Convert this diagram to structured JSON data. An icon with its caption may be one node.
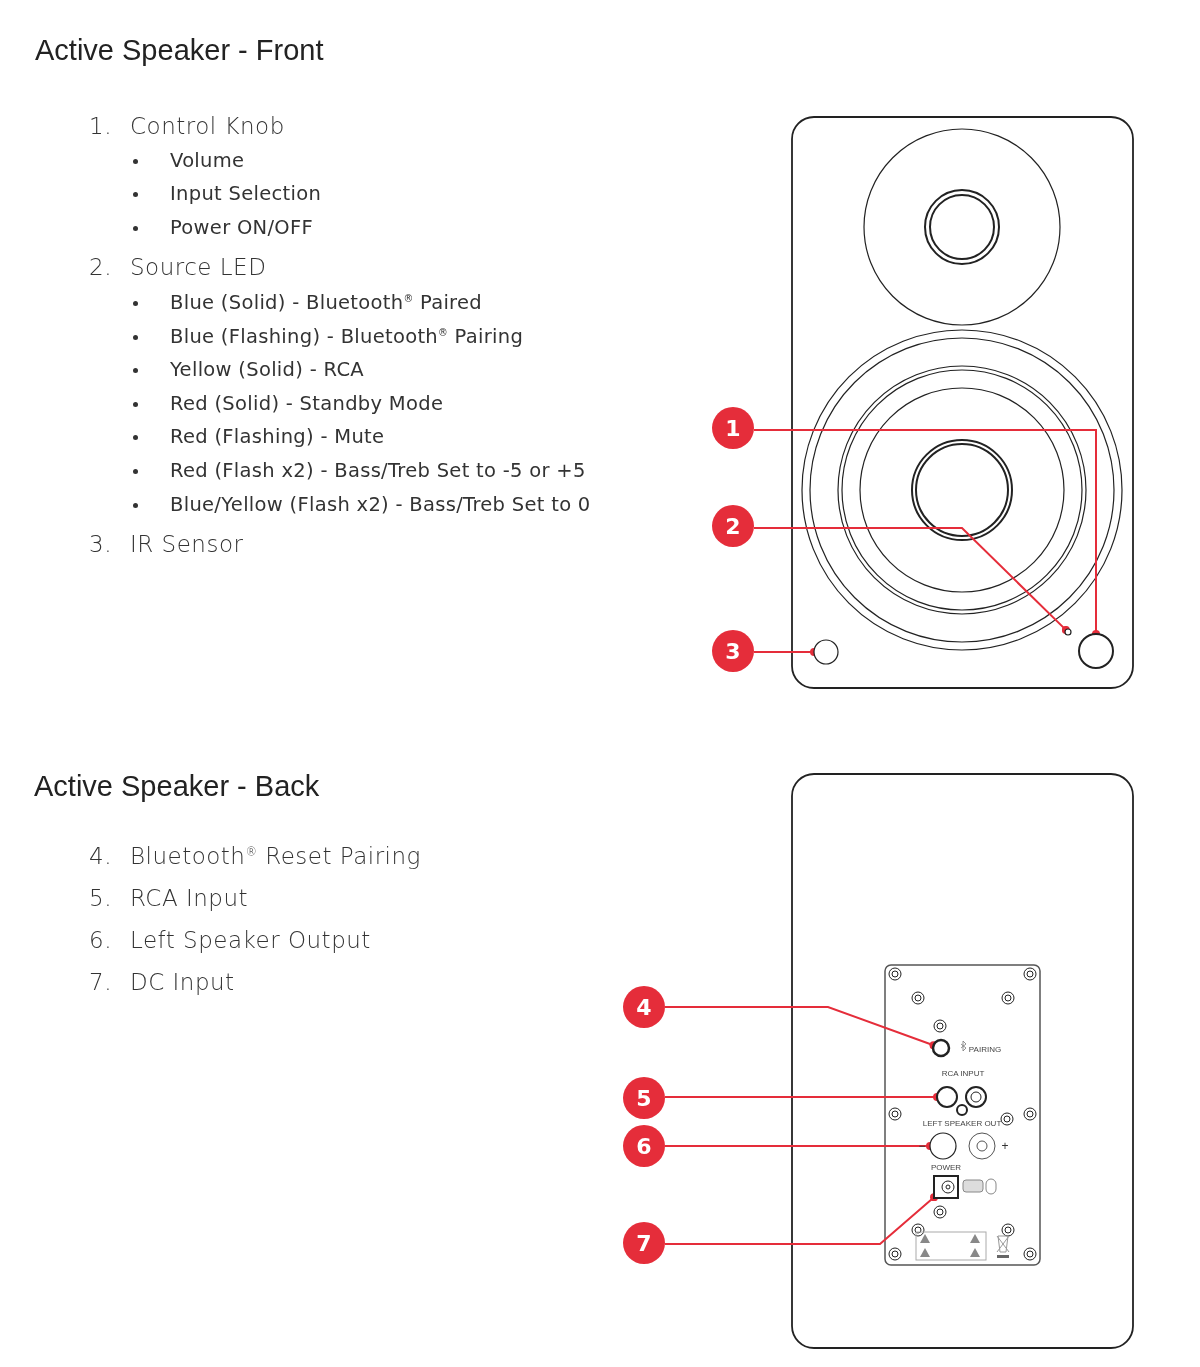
{
  "diagram": {
    "nodes": [
      {
        "text": [
          "1"
        ]
      },
      {
        "text": [
          "2"
        ]
      },
      {
        "text": [
          "3"
        ]
      },
      {
        "text": [
          "4"
        ]
      },
      {
        "text": [
          "5"
        ]
      },
      {
        "text": [
          "6"
        ]
      },
      {
        "text": [
          "7"
        ]
      },
      {
        "text": [],
        "shape": "circle"
      },
      {
        "text": [],
        "shape": "circle"
      },
      {
        "text": [],
        "shape": "circle"
      },
      {
        "text": [],
        "shape": "circle"
      },
      {
        "text": [],
        "shape": "circle"
      },
      {
        "text": [],
        "shape": "circle"
      },
      {
        "text": [],
        "shape": "box"
      }
    ],
    "edges": [
      {
        "from": 0,
        "to": 7,
        "arrow": "other"
      },
      {
        "from": 1,
        "to": 8,
        "arrow": "other"
      },
      {
        "from": 2,
        "to": 9,
        "arrow": "other"
      },
      {
        "from": 3,
        "to": 10,
        "arrow": "other"
      },
      {
        "from": 4,
        "to": 11,
        "arrow": "other"
      },
      {
        "from": 5,
        "to": 12,
        "arrow": "other"
      },
      {
        "from": 6,
        "to": 13,
        "arrow": "other"
      }
    ],
    "labels": [
      "Active Speaker - Front",
      "1.",
      "Control Knob",
      "Volume",
      "Input Selection",
      "Power ON/OFF",
      "2.",
      "Source LED",
      "Blue (Solid) - Bluetooth$^{®}$ Paired",
      "Blue (Flashing) - Bluetooth$^{®}$ Pairing",
      "Yellow (Solid) - RCA",
      "Red (Solid) - Standby Mode",
      "Red (Flashing) - Mute",
      "Red (Flash x2) - Bass/Treb Set to -5 or +5",
      "Blue/Yellow (Flash x2) - Bass/Treb Set to 0",
      "3.",
      "IR Sensor",
      "Active Speaker - Back",
      "4.",
      "Bluetooth$^{®}$ Reset Pairing",
      "5.",
      "RCA Input",
      "6.",
      "Left Speaker Output",
      "7.",
      "DC Input",
      "PAIRING",
      "RCA INPUT",
      "LEFT SPEAKER OUT",
      "−",
      "+",
      "POWER"
    ]
  }
}
